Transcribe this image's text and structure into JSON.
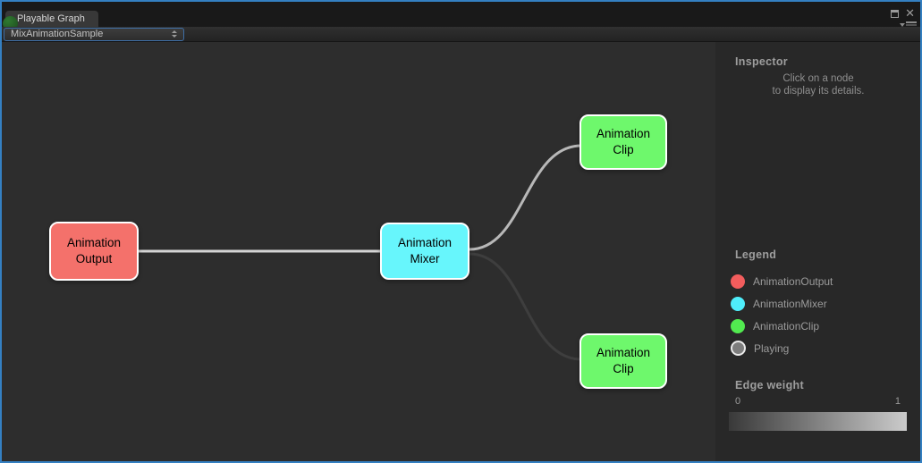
{
  "window": {
    "tab": "Playable Graph",
    "close_glyph": "✕"
  },
  "toolbar": {
    "selected_graph": "MixAnimationSample"
  },
  "graph": {
    "nodes": {
      "output": {
        "line1": "Animation",
        "line2": "Output",
        "color": "#f4716b"
      },
      "mixer": {
        "line1": "Animation",
        "line2": "Mixer",
        "color": "#67f6fc"
      },
      "clip_top": {
        "line1": "Animation",
        "line2": "Clip",
        "color": "#6ef86c"
      },
      "clip_bottom": {
        "line1": "Animation",
        "line2": "Clip",
        "color": "#6ef86c"
      }
    },
    "edges": [
      {
        "from": "AnimationOutput",
        "to": "AnimationMixer",
        "color": "#d4d4d4"
      },
      {
        "from": "AnimationMixer",
        "to": "AnimationClip-top",
        "color": "#b8b8b8"
      },
      {
        "from": "AnimationMixer",
        "to": "AnimationClip-bottom",
        "color": "#3e3e3e"
      }
    ]
  },
  "inspector": {
    "title": "Inspector",
    "hint_line1": "Click on a node",
    "hint_line2": "to display its details."
  },
  "legend": {
    "title": "Legend",
    "items": [
      {
        "label": "AnimationOutput",
        "color": "#f25d5d"
      },
      {
        "label": "AnimationMixer",
        "color": "#4feefb"
      },
      {
        "label": "AnimationClip",
        "color": "#52ea50"
      },
      {
        "label": "Playing",
        "color": "#7d7d7d"
      }
    ]
  },
  "edge_weight": {
    "title": "Edge weight",
    "min": "0",
    "max": "1",
    "gradient_from": "#393939",
    "gradient_to": "#cbcbcb"
  }
}
